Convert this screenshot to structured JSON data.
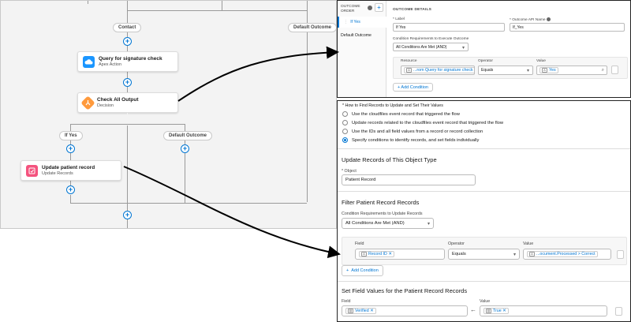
{
  "flow": {
    "contact_label": "Contact",
    "default_outcome_top": "Default Outcome",
    "query_title": "Query for signature check",
    "query_sub": "Apex Action",
    "decision_title": "Check All Output",
    "decision_sub": "Decision",
    "if_yes_label": "If Yes",
    "default_outcome_mid": "Default Outcome",
    "update_title": "Update patient record",
    "update_sub": "Update Records"
  },
  "outcome_panel": {
    "order_header": "OUTCOME ORDER",
    "details_header": "OUTCOME DETAILS",
    "outcomes": [
      "If Yes",
      "Default Outcome"
    ],
    "label_caption": "* Label",
    "label_value": "If Yes",
    "api_caption": "* Outcome API Name",
    "api_value": "If_Yes",
    "condition_caption": "Condition Requirements to Execute Outcome",
    "condition_value": "All Conditions Are Met (AND)",
    "resource_caption": "Resource",
    "operator_caption": "Operator",
    "value_caption": "Value",
    "resource_value": "...rom Query for signature check",
    "operator_value": "Equals",
    "value_value": "Yes",
    "add_condition": "+ Add Condition"
  },
  "update_panel": {
    "how_title": "* How to Find Records to Update and Set Their Values",
    "options": [
      "Use the cloudfiles event record that triggered the flow",
      "Update records related to the cloudfiles event record that triggered the flow",
      "Use the IDs and all field values from a record or record collection",
      "Specify conditions to identify records, and set fields individually"
    ],
    "selected_index": 3,
    "object_section": "Update Records of This Object Type",
    "object_caption": "* Object",
    "object_value": "Patient Record",
    "filter_section": "Filter Patient Record Records",
    "filter_caption": "Condition Requirements to Update Records",
    "filter_value": "All Conditions Are Met (AND)",
    "field_caption": "Field",
    "operator_caption": "Operator",
    "value_caption": "Value",
    "field_value": "Record ID",
    "operator_value": "Equals",
    "value_value": "...ocument.Processed > Correct",
    "add_condition": "Add Condition",
    "set_section": "Set Field Values for the Patient Record Records",
    "set_field_caption": "Field",
    "set_value_caption": "Value",
    "set_field_value": "Verified",
    "set_value_value": "True",
    "assign_arrow": "←"
  },
  "colors": {
    "accent": "#0176d3",
    "apex_icon": "#1b96ff",
    "decision_icon": "#ff9a3c",
    "update_icon": "#f4537e"
  },
  "icons": [
    "cloud-icon",
    "decision-icon",
    "update-record-icon",
    "plus-icon",
    "radio-icon",
    "trash-icon",
    "chevron-down-icon",
    "search-icon",
    "help-icon"
  ]
}
